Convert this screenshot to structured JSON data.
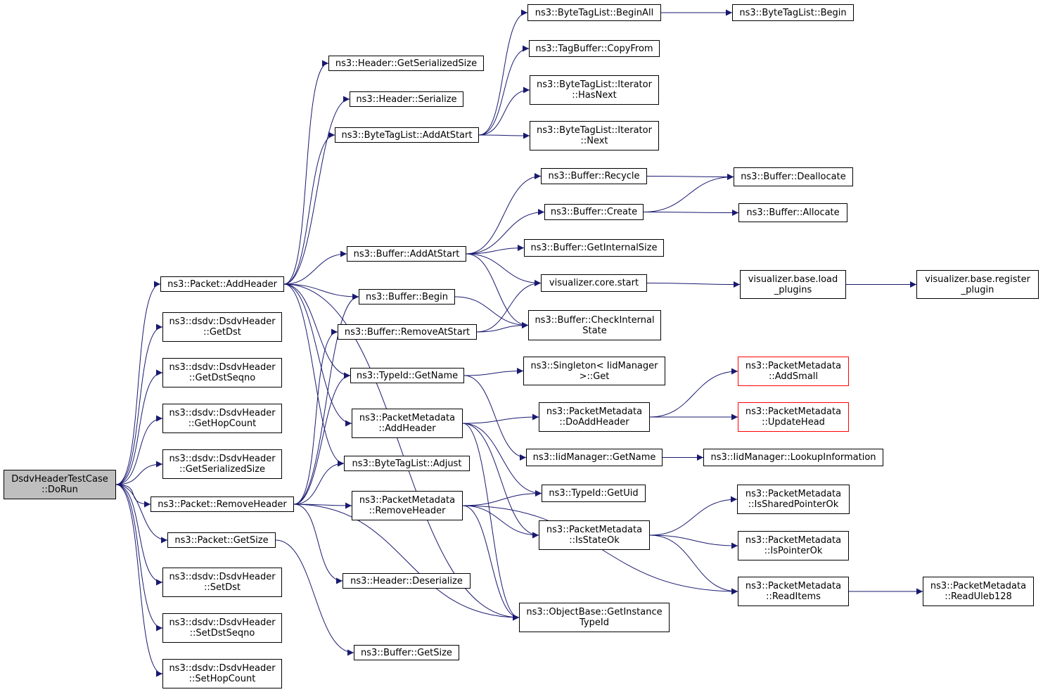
{
  "diagram": {
    "root": "DsdvHeaderTestCase::DoRun",
    "edge_color": "#191970",
    "node_border_color": "#000000",
    "truncated_node_border_color": "#ff0000",
    "root_fill": "#bfbfbf",
    "nodes": [
      {
        "id": "root",
        "lines": [
          "DsdvHeaderTestCase",
          "::DoRun"
        ]
      },
      {
        "id": "pkt_addheader",
        "lines": [
          "ns3::Packet::AddHeader"
        ]
      },
      {
        "id": "dsdv_getdst",
        "lines": [
          "ns3::dsdv::DsdvHeader",
          "::GetDst"
        ]
      },
      {
        "id": "dsdv_getdstseqno",
        "lines": [
          "ns3::dsdv::DsdvHeader",
          "::GetDstSeqno"
        ]
      },
      {
        "id": "dsdv_gethopcount",
        "lines": [
          "ns3::dsdv::DsdvHeader",
          "::GetHopCount"
        ]
      },
      {
        "id": "dsdv_getserializedsize",
        "lines": [
          "ns3::dsdv::DsdvHeader",
          "::GetSerializedSize"
        ]
      },
      {
        "id": "pkt_removeheader",
        "lines": [
          "ns3::Packet::RemoveHeader"
        ]
      },
      {
        "id": "pkt_getsize",
        "lines": [
          "ns3::Packet::GetSize"
        ]
      },
      {
        "id": "dsdv_setdst",
        "lines": [
          "ns3::dsdv::DsdvHeader",
          "::SetDst"
        ]
      },
      {
        "id": "dsdv_setdstseqno",
        "lines": [
          "ns3::dsdv::DsdvHeader",
          "::SetDstSeqno"
        ]
      },
      {
        "id": "dsdv_sethopcount",
        "lines": [
          "ns3::dsdv::DsdvHeader",
          "::SetHopCount"
        ]
      },
      {
        "id": "hdr_getserializedsize",
        "lines": [
          "ns3::Header::GetSerializedSize"
        ]
      },
      {
        "id": "hdr_serialize",
        "lines": [
          "ns3::Header::Serialize"
        ]
      },
      {
        "id": "btl_addatstart",
        "lines": [
          "ns3::ByteTagList::AddAtStart"
        ]
      },
      {
        "id": "buf_addatstart",
        "lines": [
          "ns3::Buffer::AddAtStart"
        ]
      },
      {
        "id": "buf_begin",
        "lines": [
          "ns3::Buffer::Begin"
        ]
      },
      {
        "id": "buf_removeatstart",
        "lines": [
          "ns3::Buffer::RemoveAtStart"
        ]
      },
      {
        "id": "typeid_getname",
        "lines": [
          "ns3::TypeId::GetName"
        ]
      },
      {
        "id": "pm_addheader",
        "lines": [
          "ns3::PacketMetadata",
          "::AddHeader"
        ]
      },
      {
        "id": "btl_adjust",
        "lines": [
          "ns3::ByteTagList::Adjust"
        ]
      },
      {
        "id": "pm_removeheader",
        "lines": [
          "ns3::PacketMetadata",
          "::RemoveHeader"
        ]
      },
      {
        "id": "hdr_deserialize",
        "lines": [
          "ns3::Header::Deserialize"
        ]
      },
      {
        "id": "buf_getsize",
        "lines": [
          "ns3::Buffer::GetSize"
        ]
      },
      {
        "id": "btl_beginall",
        "lines": [
          "ns3::ByteTagList::BeginAll"
        ]
      },
      {
        "id": "tagbuf_copyfrom",
        "lines": [
          "ns3::TagBuffer::CopyFrom"
        ]
      },
      {
        "id": "btl_it_hasnext",
        "lines": [
          "ns3::ByteTagList::Iterator",
          "::HasNext"
        ]
      },
      {
        "id": "btl_it_next",
        "lines": [
          "ns3::ByteTagList::Iterator",
          "::Next"
        ]
      },
      {
        "id": "buf_recycle",
        "lines": [
          "ns3::Buffer::Recycle"
        ]
      },
      {
        "id": "buf_create",
        "lines": [
          "ns3::Buffer::Create"
        ]
      },
      {
        "id": "buf_getinternalsize",
        "lines": [
          "ns3::Buffer::GetInternalSize"
        ]
      },
      {
        "id": "viz_core_start",
        "lines": [
          "visualizer.core.start"
        ]
      },
      {
        "id": "buf_checkinternalstate",
        "lines": [
          "ns3::Buffer::CheckInternal",
          "State"
        ]
      },
      {
        "id": "singleton_get",
        "lines": [
          "ns3::Singleton< IidManager",
          ">::Get"
        ]
      },
      {
        "id": "pm_doaddheader",
        "lines": [
          "ns3::PacketMetadata",
          "::DoAddHeader"
        ]
      },
      {
        "id": "iid_getname",
        "lines": [
          "ns3::IidManager::GetName"
        ]
      },
      {
        "id": "typeid_getuid",
        "lines": [
          "ns3::TypeId::GetUid"
        ]
      },
      {
        "id": "pm_isstateok",
        "lines": [
          "ns3::PacketMetadata",
          "::IsStateOk"
        ]
      },
      {
        "id": "objbase_getinstancetypeid",
        "lines": [
          "ns3::ObjectBase::GetInstance",
          "TypeId"
        ]
      },
      {
        "id": "btl_begin",
        "lines": [
          "ns3::ByteTagList::Begin"
        ]
      },
      {
        "id": "buf_deallocate",
        "lines": [
          "ns3::Buffer::Deallocate"
        ]
      },
      {
        "id": "buf_allocate",
        "lines": [
          "ns3::Buffer::Allocate"
        ]
      },
      {
        "id": "viz_base_loadplugins",
        "lines": [
          "visualizer.base.load",
          "_plugins"
        ]
      },
      {
        "id": "viz_base_registerplugin",
        "lines": [
          "visualizer.base.register",
          "_plugin"
        ]
      },
      {
        "id": "pm_addsmall",
        "lines": [
          "ns3::PacketMetadata",
          "::AddSmall"
        ],
        "truncated": true
      },
      {
        "id": "pm_updatehead",
        "lines": [
          "ns3::PacketMetadata",
          "::UpdateHead"
        ],
        "truncated": true
      },
      {
        "id": "iid_lookupinformation",
        "lines": [
          "ns3::IidManager::LookupInformation"
        ]
      },
      {
        "id": "pm_issharedpointerok",
        "lines": [
          "ns3::PacketMetadata",
          "::IsSharedPointerOk"
        ]
      },
      {
        "id": "pm_ispointerok",
        "lines": [
          "ns3::PacketMetadata",
          "::IsPointerOk"
        ]
      },
      {
        "id": "pm_readitems",
        "lines": [
          "ns3::PacketMetadata",
          "::ReadItems"
        ]
      },
      {
        "id": "pm_readuleb128",
        "lines": [
          "ns3::PacketMetadata",
          "::ReadUleb128"
        ]
      }
    ],
    "edges": [
      [
        "root",
        "pkt_addheader"
      ],
      [
        "root",
        "dsdv_getdst"
      ],
      [
        "root",
        "dsdv_getdstseqno"
      ],
      [
        "root",
        "dsdv_gethopcount"
      ],
      [
        "root",
        "dsdv_getserializedsize"
      ],
      [
        "root",
        "pkt_removeheader"
      ],
      [
        "root",
        "pkt_getsize"
      ],
      [
        "root",
        "dsdv_setdst"
      ],
      [
        "root",
        "dsdv_setdstseqno"
      ],
      [
        "root",
        "dsdv_sethopcount"
      ],
      [
        "pkt_addheader",
        "hdr_getserializedsize"
      ],
      [
        "pkt_addheader",
        "hdr_serialize"
      ],
      [
        "pkt_addheader",
        "btl_addatstart"
      ],
      [
        "pkt_addheader",
        "buf_addatstart"
      ],
      [
        "pkt_addheader",
        "buf_begin"
      ],
      [
        "pkt_addheader",
        "typeid_getname"
      ],
      [
        "pkt_addheader",
        "pm_addheader"
      ],
      [
        "pkt_addheader",
        "btl_adjust"
      ],
      [
        "pkt_addheader",
        "objbase_getinstancetypeid"
      ],
      [
        "btl_addatstart",
        "btl_beginall"
      ],
      [
        "btl_addatstart",
        "tagbuf_copyfrom"
      ],
      [
        "btl_addatstart",
        "btl_it_hasnext"
      ],
      [
        "btl_addatstart",
        "btl_it_next"
      ],
      [
        "btl_beginall",
        "btl_begin"
      ],
      [
        "buf_addatstart",
        "buf_recycle"
      ],
      [
        "buf_addatstart",
        "buf_create"
      ],
      [
        "buf_addatstart",
        "buf_getinternalsize"
      ],
      [
        "buf_addatstart",
        "viz_core_start"
      ],
      [
        "buf_addatstart",
        "buf_checkinternalstate"
      ],
      [
        "buf_recycle",
        "buf_deallocate"
      ],
      [
        "buf_create",
        "buf_deallocate"
      ],
      [
        "buf_create",
        "buf_allocate"
      ],
      [
        "buf_begin",
        "buf_checkinternalstate"
      ],
      [
        "buf_removeatstart",
        "viz_core_start"
      ],
      [
        "buf_removeatstart",
        "buf_checkinternalstate"
      ],
      [
        "viz_core_start",
        "viz_base_loadplugins"
      ],
      [
        "viz_base_loadplugins",
        "viz_base_registerplugin"
      ],
      [
        "typeid_getname",
        "singleton_get"
      ],
      [
        "typeid_getname",
        "iid_getname"
      ],
      [
        "iid_getname",
        "iid_lookupinformation"
      ],
      [
        "pm_addheader",
        "pm_doaddheader"
      ],
      [
        "pm_addheader",
        "typeid_getuid"
      ],
      [
        "pm_addheader",
        "pm_isstateok"
      ],
      [
        "pm_addheader",
        "objbase_getinstancetypeid"
      ],
      [
        "pm_doaddheader",
        "pm_addsmall"
      ],
      [
        "pm_doaddheader",
        "pm_updatehead"
      ],
      [
        "pkt_removeheader",
        "buf_begin"
      ],
      [
        "pkt_removeheader",
        "buf_removeatstart"
      ],
      [
        "pkt_removeheader",
        "typeid_getname"
      ],
      [
        "pkt_removeheader",
        "btl_adjust"
      ],
      [
        "pkt_removeheader",
        "pm_removeheader"
      ],
      [
        "pkt_removeheader",
        "hdr_deserialize"
      ],
      [
        "pkt_removeheader",
        "objbase_getinstancetypeid"
      ],
      [
        "pm_removeheader",
        "typeid_getuid"
      ],
      [
        "pm_removeheader",
        "pm_isstateok"
      ],
      [
        "pm_removeheader",
        "objbase_getinstancetypeid"
      ],
      [
        "pm_removeheader",
        "pm_readitems"
      ],
      [
        "pkt_getsize",
        "buf_getsize"
      ],
      [
        "pm_isstateok",
        "pm_issharedpointerok"
      ],
      [
        "pm_isstateok",
        "pm_ispointerok"
      ],
      [
        "pm_isstateok",
        "pm_readitems"
      ],
      [
        "pm_readitems",
        "pm_readuleb128"
      ]
    ]
  }
}
